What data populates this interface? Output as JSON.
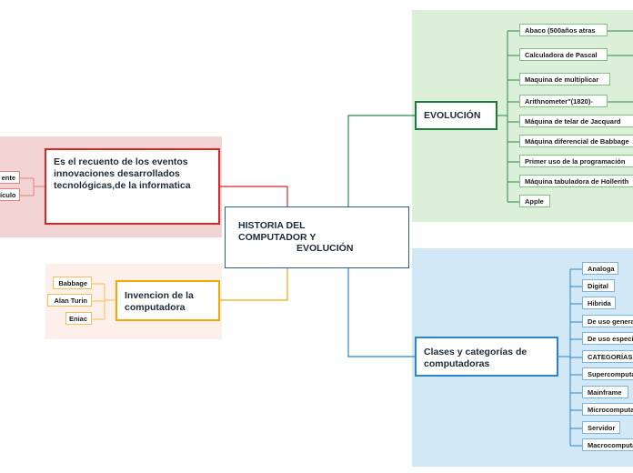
{
  "colors": {
    "central_border": "#2a5d9b",
    "evolucion": "#1d7a3c",
    "clases": "#2b86c8",
    "recuento": "#e02424",
    "invencion": "#f5a800",
    "green_bg": "#dcefd9",
    "blue_bg": "#d3e8f7",
    "red_bg": "#f2d4d4",
    "peach_bg": "#fdf0ea"
  },
  "central": {
    "line1": "HISTORIA DEL",
    "line2": "COMPUTADOR Y",
    "line3": "EVOLUCIÓN"
  },
  "evolucion": {
    "title": "EVOLUCIÓN",
    "items": [
      "Abaco (500años atras",
      "Calculadora de Pascal",
      "Maquina de multiplicar",
      "Arithnometer\"(1820)-",
      "Máquina de telar de Jacquard",
      "Máquina diferencial de Babbage",
      "Primer uso de la programación",
      "Máquina tabuladora de Hollerith",
      "Apple"
    ]
  },
  "clases": {
    "title": "Clases y categorías de computadoras",
    "items": [
      "Analoga",
      "Digital",
      "Hibrida",
      "De uso general",
      "De uso especifico",
      "CATEGORÍAS",
      "Supercomputadora",
      "Mainframe",
      "Microcomputadora",
      "Servidor",
      "Macrocomputadora"
    ]
  },
  "recuento": {
    "title": "Es el recuento de los eventos innovaciones desarrollados tecnológicas,de la informatica",
    "items": [
      "ente",
      "ículo"
    ]
  },
  "invencion": {
    "title": "Invencion de la computadora",
    "items": [
      "Babbage",
      "Alan Turin",
      "Eniac"
    ]
  }
}
